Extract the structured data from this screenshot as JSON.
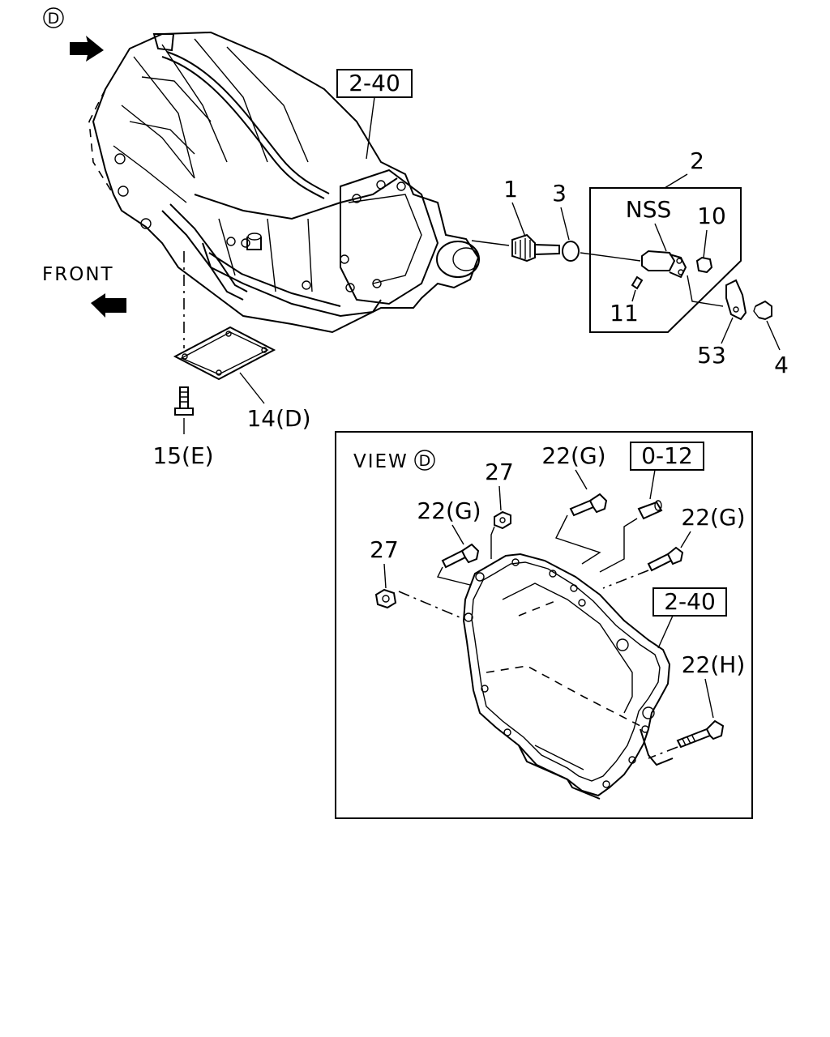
{
  "callouts": {
    "p1": "1",
    "p2": "2",
    "p3": "3",
    "p4": "4",
    "p10": "10",
    "p11": "11",
    "p53": "53",
    "p14": "14(D)",
    "p15": "15(E)",
    "p22g_a": "22(G)",
    "p22g_b": "22(G)",
    "p22g_c": "22(G)",
    "p22h": "22(H)",
    "p27_a": "27",
    "p27_b": "27"
  },
  "refs": {
    "ref_240_top": "2-40",
    "ref_012": "0-12",
    "ref_240_view": "2-40"
  },
  "labels": {
    "nss": "NSS",
    "front": "FRONT",
    "view": "VIEW",
    "view_marker": "D",
    "corner_marker": "D"
  }
}
